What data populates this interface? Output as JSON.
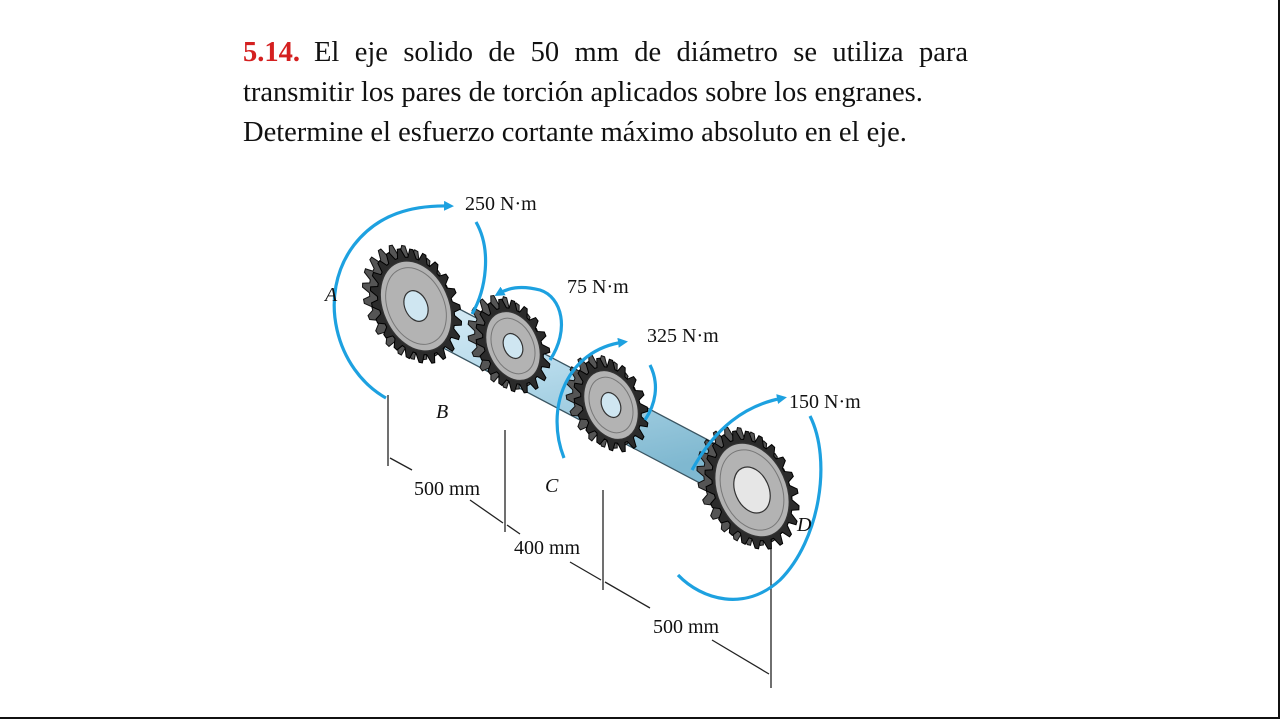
{
  "problem": {
    "number": "5.14.",
    "line1": "El eje solido de 50 mm de diámetro se utiliza para",
    "line2": "transmitir los pares de torción aplicados sobre los engranes.",
    "line3": "Determine el esfuerzo cortante máximo absoluto en el eje."
  },
  "figure": {
    "gears": [
      {
        "label": "A",
        "torque": "250 N·m"
      },
      {
        "label": "B",
        "torque": "75 N·m"
      },
      {
        "label": "C",
        "torque": "325 N·m"
      },
      {
        "label": "D",
        "torque": "150 N·m"
      }
    ],
    "dimensions": [
      "500 mm",
      "400 mm",
      "500 mm"
    ],
    "colors": {
      "arrow": "#1da1e0",
      "shaft": "#b9dcea",
      "gear_face": "#b3b3b3",
      "gear_teeth": "#2b2b2b"
    }
  }
}
